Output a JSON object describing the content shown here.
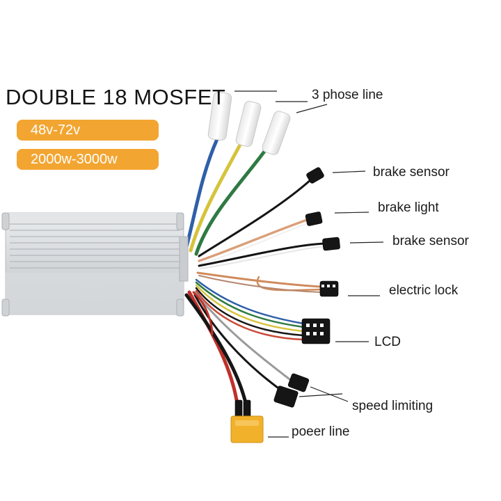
{
  "heading": "DOUBLE 18 MOSFET",
  "specs": {
    "voltage": "48v-72v",
    "power": "2000w-3000w"
  },
  "labels": {
    "phase": "3 phose line",
    "brake_sensor_1": "brake sensor",
    "brake_light": "brake light",
    "brake_sensor_2": "brake sensor",
    "electric_lock": "electric lock",
    "lcd": "LCD",
    "speed_limiting": "speed limiting",
    "power_line": "poeer line"
  },
  "colors": {
    "badge": "#f3a531",
    "housing": "#d6d9dc",
    "connector_xt": "#f2b12a"
  }
}
